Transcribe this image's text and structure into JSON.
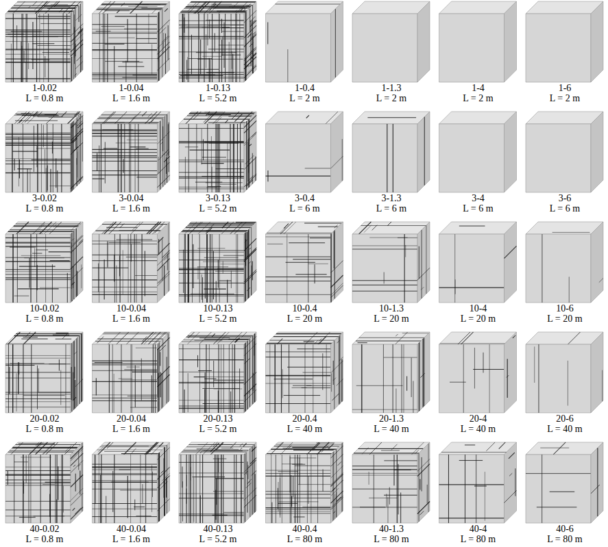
{
  "diagram": {
    "labels": [
      "1-0.02",
      "L = 0.8 m",
      "1-0.04",
      "L = 1.6 m",
      "1-0.13",
      "L = 5.2 m",
      "1-0.4",
      "L = 2 m",
      "1-1.3",
      "L = 2 m",
      "1-4",
      "L = 2 m",
      "1-6",
      "L = 2 m",
      "3-0.02",
      "L = 0.8 m",
      "3-0.04",
      "L = 1.6 m",
      "3-0.13",
      "L = 5.2 m",
      "3-0.4",
      "L = 6 m",
      "3-1.3",
      "L = 6 m",
      "3-4",
      "L = 6 m",
      "3-6",
      "L = 6 m",
      "10-0.02",
      "L = 0.8 m",
      "10-0.04",
      "L = 1.6 m",
      "10-0.13",
      "L = 5.2 m",
      "10-0.4",
      "L = 20 m",
      "10-1.3",
      "L = 20 m",
      "10-4",
      "L = 20 m",
      "10-6",
      "L = 20 m",
      "20-0.02",
      "L = 0.8 m",
      "20-0.04",
      "L = 1.6 m",
      "20-0.13",
      "L = 5.2 m",
      "20-0.4",
      "L = 40 m",
      "20-1.3",
      "L = 40 m",
      "20-4",
      "L = 40 m",
      "20-6",
      "L = 40 m",
      "40-0.02",
      "L = 0.8 m",
      "40-0.04",
      "L = 1.6 m",
      "40-0.13",
      "L = 5.2 m",
      "40-0.4",
      "L = 80 m",
      "40-1.3",
      "L = 80 m",
      "40-4",
      "L = 80 m",
      "40-6",
      "L = 80 m"
    ]
  }
}
